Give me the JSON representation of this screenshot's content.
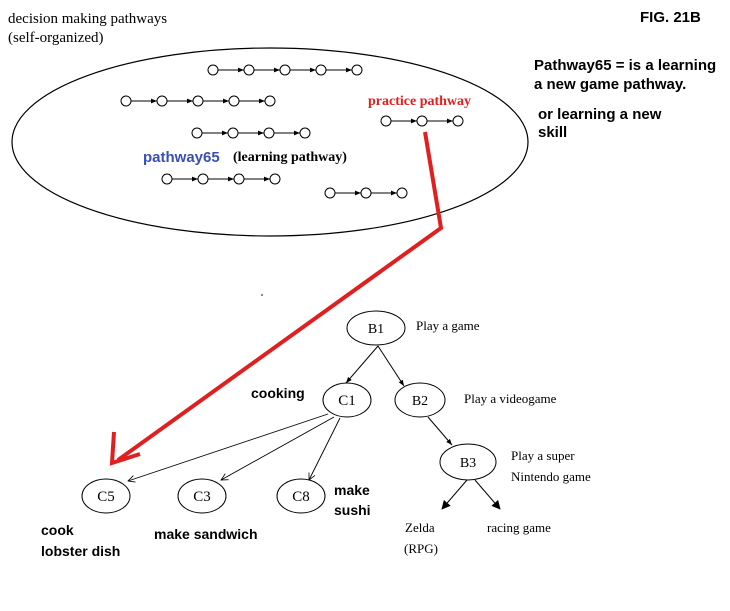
{
  "header": {
    "title_line1": "decision making pathways",
    "title_line2": "(self-organized)",
    "fig_label": "FIG. 21B"
  },
  "notes": {
    "pathway65_line1": "Pathway65 = is a learning",
    "pathway65_line2": "a new game pathway.",
    "skill_line1": "or learning a new",
    "skill_line2": "skill"
  },
  "pathways": {
    "practice_label": "practice pathway",
    "pathway65_label": "pathway65",
    "learning_label": "(learning pathway)"
  },
  "tree": {
    "nodes": {
      "B1": "B1",
      "B2": "B2",
      "B3": "B3",
      "C1": "C1",
      "C3": "C3",
      "C5": "C5",
      "C8": "C8"
    },
    "labels": {
      "play_game": "Play a game",
      "play_videogame": "Play a videogame",
      "play_super_1": "Play a super",
      "play_super_2": "Nintendo game",
      "zelda": "Zelda",
      "rpg": "(RPG)",
      "racing": "racing game",
      "cooking": "cooking",
      "make_sushi_1": "make",
      "make_sushi_2": "sushi",
      "make_sandwich": "make sandwich",
      "cook_lobster_1": "cook",
      "cook_lobster_2": "lobster dish"
    }
  },
  "colors": {
    "ink": "#000000",
    "red": "#e02020",
    "blue": "#3a4fb5"
  }
}
